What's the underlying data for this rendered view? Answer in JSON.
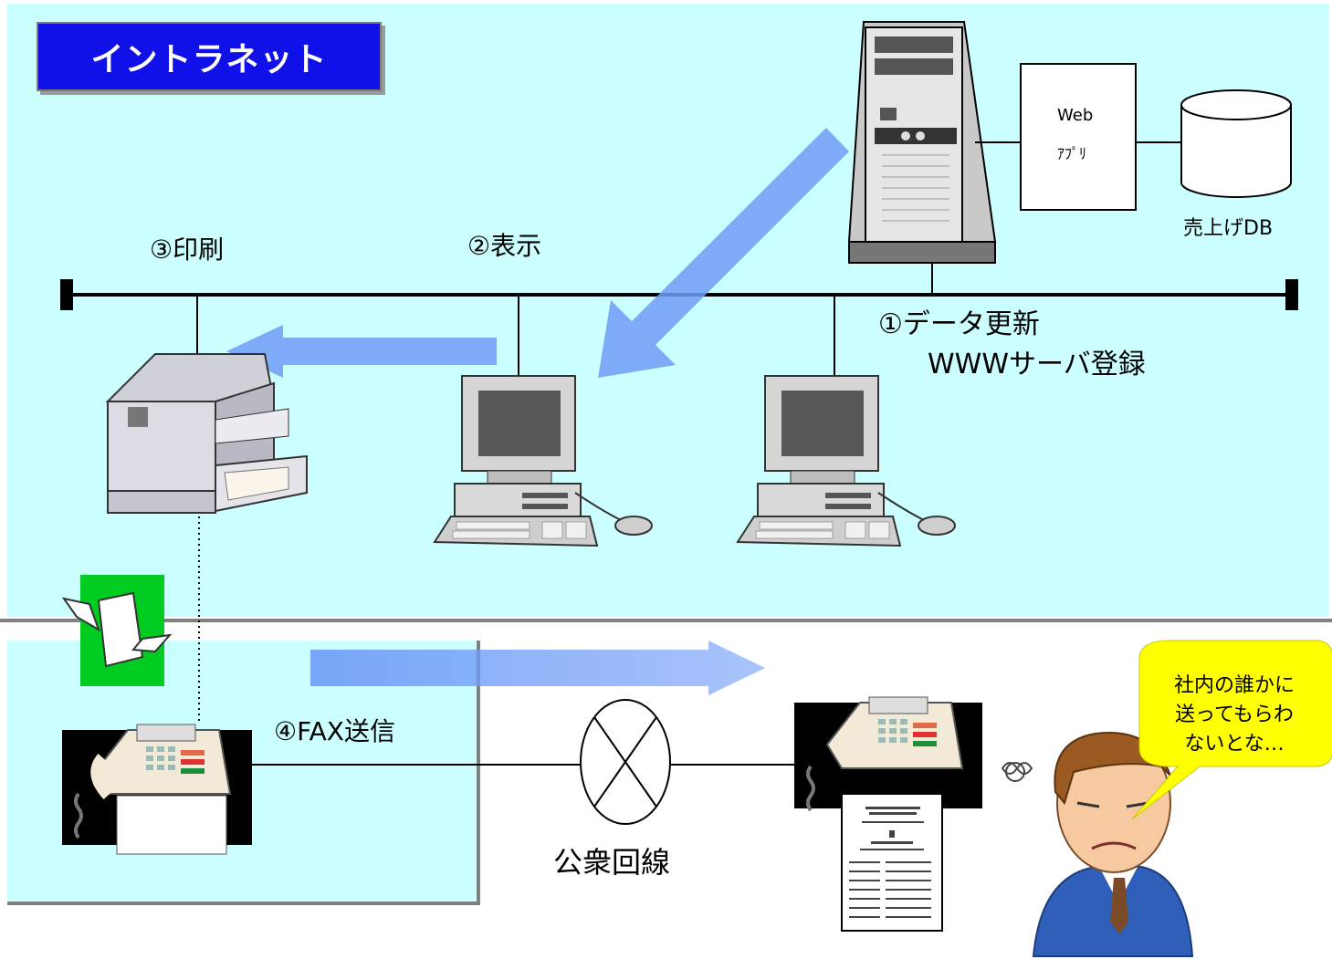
{
  "title": "イントラネット",
  "server": {
    "webapp_line1": "Web",
    "webapp_line2": "ｱﾌﾟﾘ",
    "db_label": "売上げDB"
  },
  "steps": {
    "step1_line1": "①データ更新",
    "step1_line2": "WWWサーバ登録",
    "step2": "②表示",
    "step3": "③印刷",
    "step4": "④FAX送信"
  },
  "network": {
    "public_line": "公衆回線"
  },
  "speech_bubble": {
    "line1": "社内の誰かに",
    "line2": "送ってもらわ",
    "line3": "ないとな…"
  },
  "colors": {
    "intranet_bg": "#ccffff",
    "title_bg": "#1010e8",
    "arrow": "#6f9cf7",
    "bubble": "#ffff00"
  }
}
